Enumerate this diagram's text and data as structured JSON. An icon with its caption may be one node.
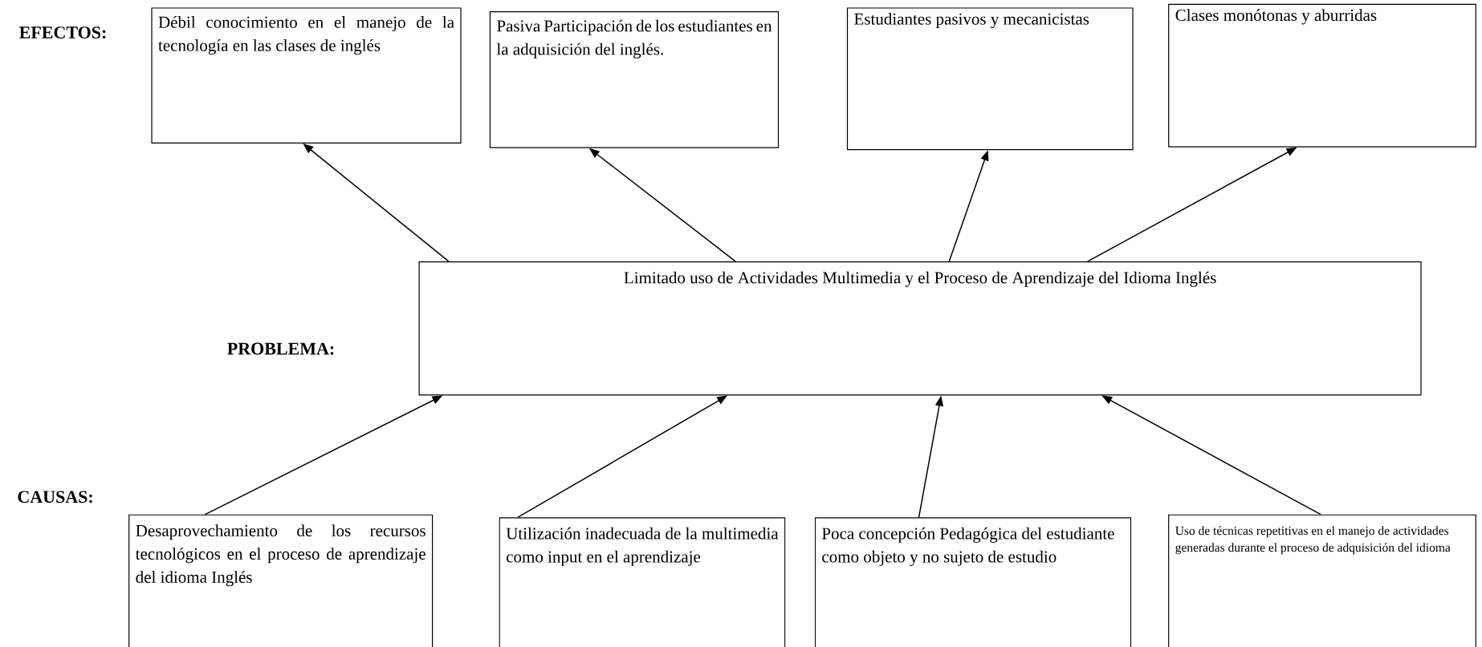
{
  "diagram": {
    "nodes": [
      {
        "text": [
          "Débil conocimiento en el manejo de la tecnología en las clases de inglés"
        ]
      },
      {
        "text": [
          "Pasiva Participación de los estudiantes en la adquisición del inglés."
        ]
      },
      {
        "text": [
          "Estudiantes pasivos y mecanicistas"
        ]
      },
      {
        "text": [
          "Clases monótonas y aburridas"
        ]
      },
      {
        "text": [
          "Limitado uso de Actividades Multimedia y el Proceso de Aprendizaje del Idioma Inglés"
        ]
      },
      {
        "text": [
          "Desaprovechamiento de los recursos tecnológicos en el proceso de aprendizaje del idioma Inglés"
        ]
      },
      {
        "text": [
          "Utilización inadecuada de la multimedia como input en el aprendizaje"
        ]
      },
      {
        "text": [
          "Poca concepción Pedagógica del estudiante como objeto y no sujeto de estudio"
        ]
      },
      {
        "text": [
          "Uso de técnicas repetitivas en el manejo de actividades generadas durante el proceso de adquisición del idioma"
        ]
      }
    ],
    "edges": [
      {
        "from": 4,
        "to": 0,
        "arrow": "to"
      },
      {
        "from": 4,
        "to": 1,
        "arrow": "to"
      },
      {
        "from": 4,
        "to": 2,
        "arrow": "to"
      },
      {
        "from": 4,
        "to": 3,
        "arrow": "to"
      },
      {
        "from": 5,
        "to": 4,
        "arrow": "to"
      },
      {
        "from": 6,
        "to": 4,
        "arrow": "to"
      },
      {
        "from": 7,
        "to": 4,
        "arrow": "to"
      },
      {
        "from": 8,
        "to": 4,
        "arrow": "to"
      }
    ],
    "labels": [
      "EFECTOS:",
      "PROBLEMA:",
      "CAUSAS:"
    ]
  }
}
